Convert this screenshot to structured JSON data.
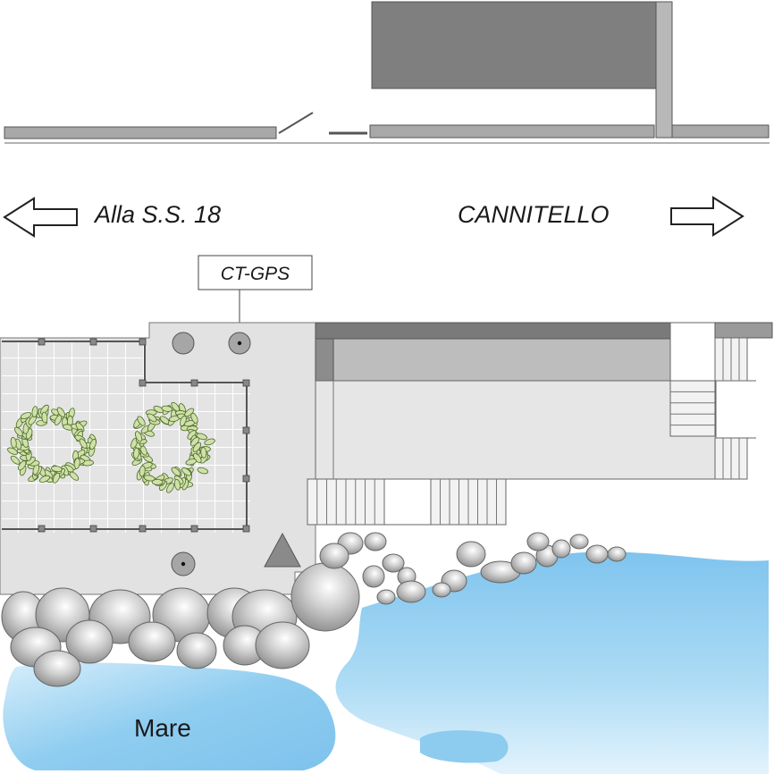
{
  "labels": {
    "left_direction": "Alla S.S. 18",
    "right_direction": "CANNITELLO",
    "station": "CT-GPS",
    "sea": "Mare"
  },
  "icons": {
    "left_arrow": "left-arrow-icon",
    "right_arrow": "right-arrow-icon",
    "gps_marker": "gps-marker-icon",
    "benchmark": "triangle-benchmark-icon"
  },
  "colors": {
    "sea": "#8ecbef",
    "sea_light": "#d9eefa",
    "ground": "#e0e0e0",
    "building_dark": "#7f7f7f",
    "wall": "#b3b3b3",
    "rock": "#9a9a9a",
    "foliage": "#c9dca2",
    "foliage_edge": "#4d6b2a"
  }
}
